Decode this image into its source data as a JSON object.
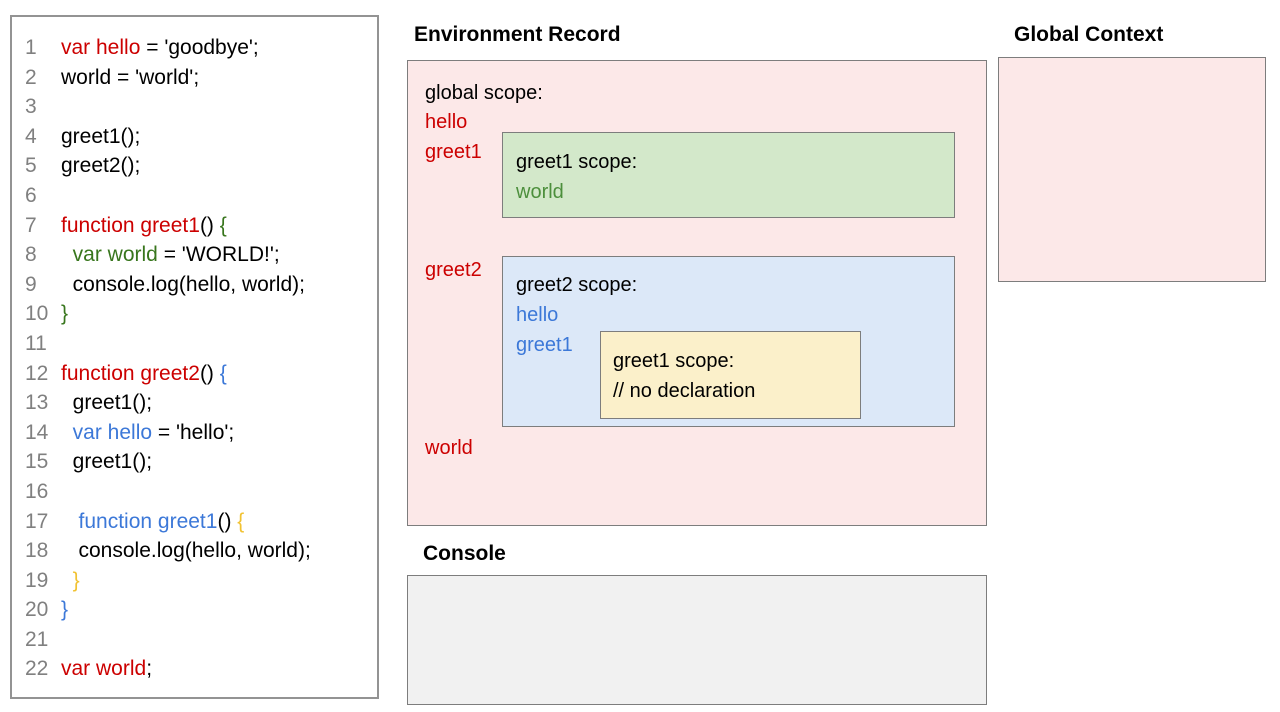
{
  "code": {
    "lines": [
      {
        "n": "1",
        "segments": [
          {
            "text": "var hello",
            "color": "red"
          },
          {
            "text": " = 'goodbye';",
            "color": "black"
          }
        ]
      },
      {
        "n": "2",
        "segments": [
          {
            "text": "world = 'world';",
            "color": "black"
          }
        ]
      },
      {
        "n": "3",
        "segments": []
      },
      {
        "n": "4",
        "segments": [
          {
            "text": "greet1();",
            "color": "black"
          }
        ]
      },
      {
        "n": "5",
        "segments": [
          {
            "text": "greet2();",
            "color": "black"
          }
        ]
      },
      {
        "n": "6",
        "segments": []
      },
      {
        "n": "7",
        "segments": [
          {
            "text": "function greet1",
            "color": "red"
          },
          {
            "text": "() ",
            "color": "black"
          },
          {
            "text": "{",
            "color": "green"
          }
        ]
      },
      {
        "n": "8",
        "segments": [
          {
            "text": "  ",
            "color": "black"
          },
          {
            "text": "var world",
            "color": "green"
          },
          {
            "text": " = 'WORLD!';",
            "color": "black"
          }
        ]
      },
      {
        "n": "9",
        "segments": [
          {
            "text": "  console.log(hello, world);",
            "color": "black"
          }
        ]
      },
      {
        "n": "10",
        "segments": [
          {
            "text": "}",
            "color": "green"
          }
        ]
      },
      {
        "n": "11",
        "segments": []
      },
      {
        "n": "12",
        "segments": [
          {
            "text": "function greet2",
            "color": "red"
          },
          {
            "text": "() ",
            "color": "black"
          },
          {
            "text": "{",
            "color": "blue"
          }
        ]
      },
      {
        "n": "13",
        "segments": [
          {
            "text": "  greet1();",
            "color": "black"
          }
        ]
      },
      {
        "n": "14",
        "segments": [
          {
            "text": "  ",
            "color": "black"
          },
          {
            "text": "var hello",
            "color": "blue"
          },
          {
            "text": " = 'hello';",
            "color": "black"
          }
        ]
      },
      {
        "n": "15",
        "segments": [
          {
            "text": "  greet1();",
            "color": "black"
          }
        ]
      },
      {
        "n": "16",
        "segments": []
      },
      {
        "n": "17",
        "segments": [
          {
            "text": "   ",
            "color": "black"
          },
          {
            "text": "function greet1",
            "color": "blue"
          },
          {
            "text": "() ",
            "color": "black"
          },
          {
            "text": "{",
            "color": "yellow"
          }
        ]
      },
      {
        "n": "18",
        "segments": [
          {
            "text": "   console.log(hello, world);",
            "color": "black"
          }
        ]
      },
      {
        "n": "19",
        "segments": [
          {
            "text": "  ",
            "color": "black"
          },
          {
            "text": "}",
            "color": "yellow"
          }
        ]
      },
      {
        "n": "20",
        "segments": [
          {
            "text": "}",
            "color": "blue"
          }
        ]
      },
      {
        "n": "21",
        "segments": []
      },
      {
        "n": "22",
        "segments": [
          {
            "text": "var world",
            "color": "red"
          },
          {
            "text": ";",
            "color": "black"
          }
        ]
      }
    ]
  },
  "environment_record": {
    "title": "Environment Record",
    "global_scope": {
      "label": "global scope:",
      "bindings": [
        "hello",
        "greet1",
        "greet2",
        "world"
      ]
    },
    "greet1_scope": {
      "label": "greet1 scope:",
      "bindings": [
        "world"
      ]
    },
    "greet2_scope": {
      "label": "greet2 scope:",
      "bindings": [
        "hello",
        "greet1"
      ]
    },
    "nested_greet1_scope": {
      "label": "greet1 scope:",
      "comment": "// no declaration"
    }
  },
  "global_context": {
    "title": "Global Context"
  },
  "console": {
    "title": "Console"
  },
  "colors": {
    "code_red": "#cc0000",
    "code_green": "#38761d",
    "code_blue": "#3c78d8",
    "code_yellow": "#f1c232",
    "line_number_gray": "#808080",
    "global_scope_fill": "#fce8e8",
    "greet1_scope_fill": "#d3e8ca",
    "greet2_scope_fill": "#dce8f8",
    "nested_scope_fill": "#fbf0ca",
    "console_fill": "#f1f1f1",
    "border_gray": "#7d7d7d"
  }
}
